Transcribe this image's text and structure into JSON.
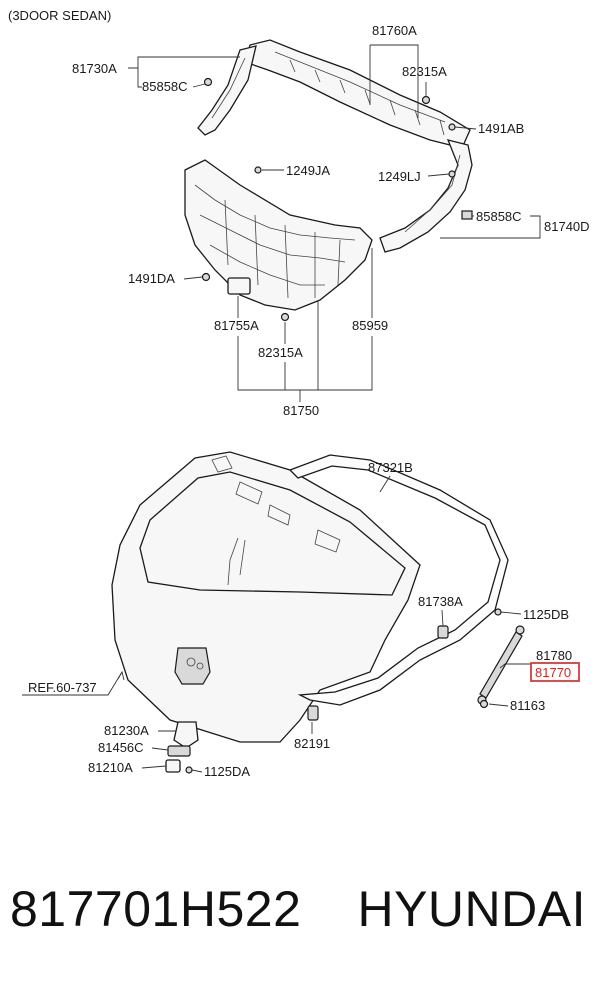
{
  "header": {
    "variant": "(3DOOR SEDAN)"
  },
  "callouts": {
    "c81760A": "81760A",
    "c81730A": "81730A",
    "c85858C_left": "85858C",
    "c82315A_top": "82315A",
    "c1491AB": "1491AB",
    "c1249JA": "1249JA",
    "c1249LJ": "1249LJ",
    "c85858C_right": "85858C",
    "c81740D": "81740D",
    "c1491DA": "1491DA",
    "c81755A": "81755A",
    "c85959": "85959",
    "c82315A_bottom": "82315A",
    "c81750": "81750",
    "c87321B": "87321B",
    "c81738A": "81738A",
    "c1125DB": "1125DB",
    "cREF": "REF.60-737",
    "c81780": "81780",
    "c81770": "81770",
    "c81163": "81163",
    "c81230A": "81230A",
    "c81456C": "81456C",
    "c82191": "82191",
    "c81210A": "81210A",
    "c1125DA": "1125DA"
  },
  "highlight": {
    "part": "81770",
    "color": "#d63a3a"
  },
  "footer": {
    "part_number": "817701H522",
    "brand": "HYUNDAI"
  }
}
